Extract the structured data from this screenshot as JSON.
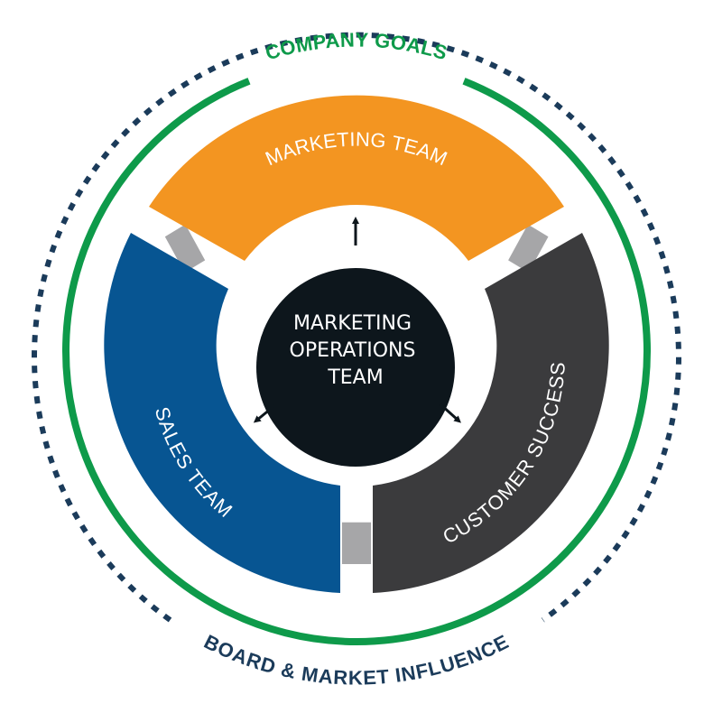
{
  "diagram": {
    "outer_ring": {
      "label": "BOARD & MARKET INFLUENCE",
      "color": "#1b3b5a"
    },
    "goals_ring": {
      "label": "COMPANY GOALS",
      "color": "#0e9a4a"
    },
    "segments": [
      {
        "id": "marketing",
        "label": "MARKETING TEAM",
        "color": "#f39521"
      },
      {
        "id": "sales",
        "label": "SALES TEAM",
        "color": "#075592"
      },
      {
        "id": "customer",
        "label": "CUSTOMER SUCCESS",
        "color": "#3b3b3d"
      }
    ],
    "connector_color": "#a6a6a8",
    "center": {
      "lines": [
        "MARKETING",
        "OPERATIONS",
        "TEAM"
      ],
      "color": "#0d161c"
    }
  }
}
